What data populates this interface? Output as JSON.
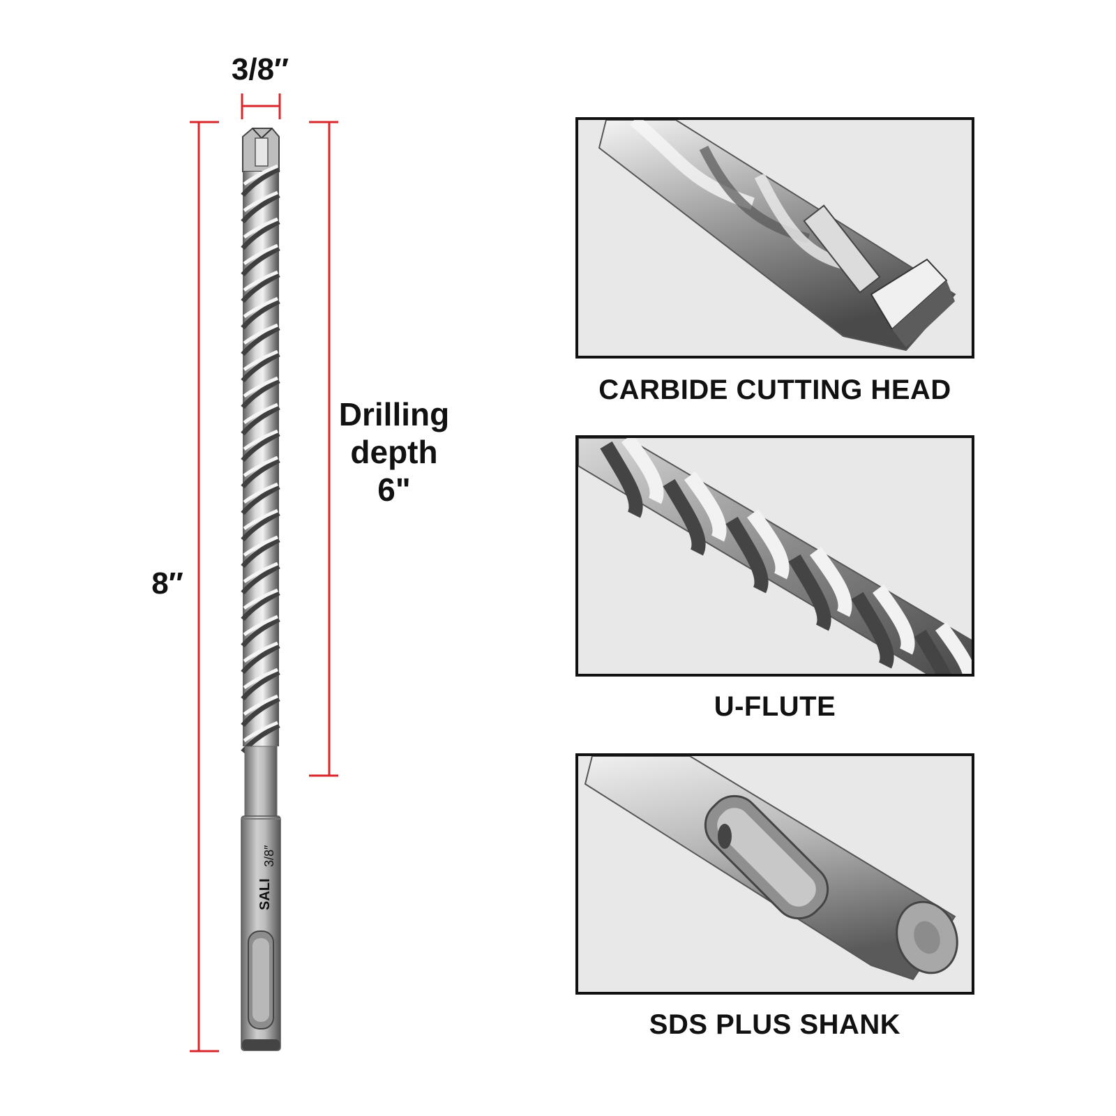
{
  "dimensions": {
    "width": "3/8″",
    "length": "8″",
    "depth_lines": [
      "Drilling",
      "depth",
      "6\""
    ]
  },
  "bit_marking": {
    "brand": "SALI",
    "size": "3/8″"
  },
  "features": [
    {
      "caption": "CARBIDE CUTTING HEAD",
      "icon": "carbide-head-closeup"
    },
    {
      "caption": "U-FLUTE",
      "icon": "u-flute-closeup"
    },
    {
      "caption": "SDS PLUS SHANK",
      "icon": "sds-shank-closeup"
    }
  ],
  "colors": {
    "dimension_line": "#d8262b",
    "text": "#111111",
    "panel_bg": "#e8e8e8",
    "steel": "#9a9a9a"
  }
}
